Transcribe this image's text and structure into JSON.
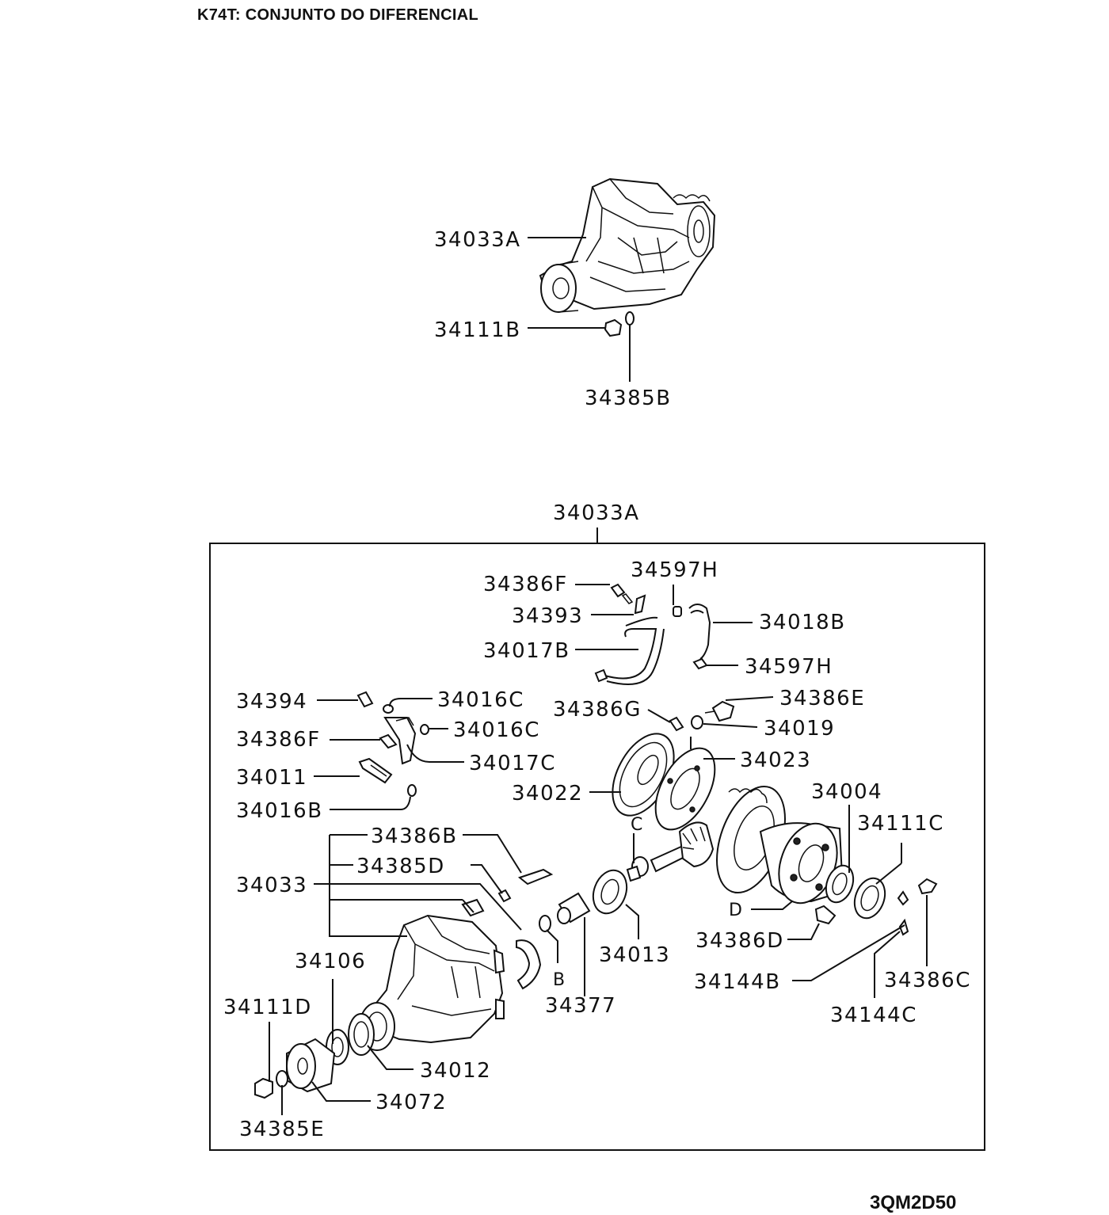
{
  "page": {
    "title": "K74T: CONJUNTO DO DIFERENCIAL",
    "diagram_code": "3QM2D50"
  },
  "top_assembly": {
    "labels": [
      "34033A",
      "34111B",
      "34385B"
    ]
  },
  "exploded_view": {
    "box_label": "34033A",
    "labels": [
      "34386F",
      "34597H",
      "34393",
      "34018B",
      "34017B",
      "34597H",
      "34394",
      "34016C",
      "34386E",
      "34386G",
      "34016C",
      "34019",
      "34386F",
      "34017C",
      "34023",
      "34011",
      "34022",
      "34016B",
      "34004",
      "34386B",
      "34111C",
      "34385D",
      "34033",
      "34386D",
      "34013",
      "34106",
      "34144B",
      "34386C",
      "34377",
      "34111D",
      "34144C",
      "34012",
      "34072",
      "34385E"
    ],
    "markers": [
      "C",
      "D",
      "B"
    ]
  }
}
